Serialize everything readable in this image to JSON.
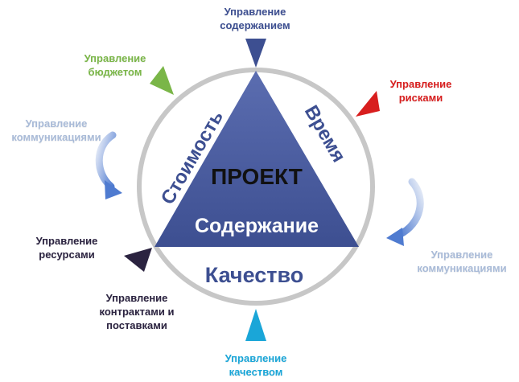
{
  "colors": {
    "triangle": "#3d4f91",
    "triangle_light": "#5b6db0",
    "circle_stroke": "#c7c7c7",
    "text_triangle": "#ffffff",
    "text_project": "#111111",
    "text_side": "#3d4f91",
    "content": "#3d4f91",
    "budget": "#7ab648",
    "risk": "#d81e1e",
    "comm": "#a9bbd8",
    "resources": "#2b2340",
    "contracts": "#2b2340",
    "quality": "#1aa6d8"
  },
  "core": {
    "project": "ПРОЕКТ",
    "scope": "Содержание",
    "cost": "Стоимость",
    "time": "Время",
    "quality": "Качество"
  },
  "areas": {
    "content": [
      "Управление",
      "содержанием"
    ],
    "budget": [
      "Управление",
      "бюджетом"
    ],
    "risks": [
      "Управление",
      "рисками"
    ],
    "comm_left": [
      "Управление",
      "коммуникациями"
    ],
    "comm_right": [
      "Управление",
      "коммуникациями"
    ],
    "resources": [
      "Управление",
      "ресурсами"
    ],
    "contracts": [
      "Управление",
      "контрактами и",
      "поставками"
    ],
    "quality": [
      "Управление",
      "качеством"
    ]
  },
  "icons": {
    "content": "arrowhead-down-icon",
    "budget": "arrowhead-icon",
    "risks": "arrowhead-icon",
    "comm_left": "curved-arrow-icon",
    "comm_right": "curved-arrow-icon",
    "resources": "arrowhead-icon",
    "quality": "arrowhead-up-icon"
  }
}
